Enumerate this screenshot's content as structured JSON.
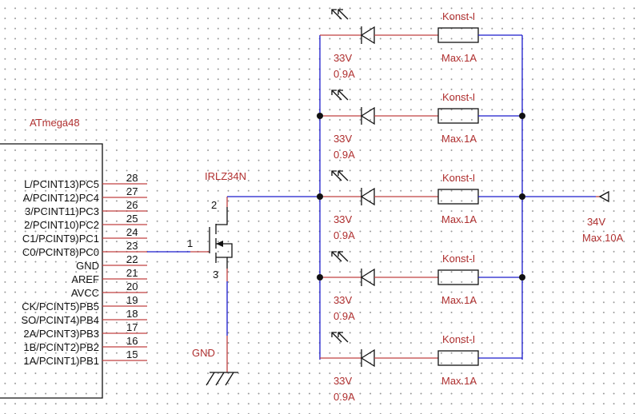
{
  "mcu": {
    "name": "ATmega48",
    "pins": [
      {
        "label": "L/PCINT13)PC5",
        "num": "28"
      },
      {
        "label": "A/PCINT12)PC4",
        "num": "27"
      },
      {
        "label": "3/PCINT11)PC3",
        "num": "26"
      },
      {
        "label": "2/PCINT10)PC2",
        "num": "25"
      },
      {
        "label": "C1/PCINT9)PC1",
        "num": "24"
      },
      {
        "label": "C0/PCINT8)PC0",
        "num": "23"
      },
      {
        "label": "GND",
        "num": "22"
      },
      {
        "label": "AREF",
        "num": "21"
      },
      {
        "label": "AVCC",
        "num": "20"
      },
      {
        "label": "CK/PCINT5)PB5",
        "num": "19"
      },
      {
        "label": "SO/PCINT4)PB4",
        "num": "18"
      },
      {
        "label": "2A/PCINT3)PB3",
        "num": "17"
      },
      {
        "label": "1B/PCINT2)PB2",
        "num": "16"
      },
      {
        "label": "1A/PCINT1)PB1",
        "num": "15"
      }
    ]
  },
  "mosfet": {
    "name": "IRLZ34N",
    "gate_pin": "1",
    "drain_pin": "2",
    "source_pin": "3"
  },
  "ground": {
    "label": "GND"
  },
  "supply": {
    "voltage": "34V",
    "current": "Max 10A"
  },
  "rows": [
    {
      "led_voltage": "33V",
      "led_current": "0.9A",
      "source_name": "Konst-I",
      "source_max": "Max.1A"
    },
    {
      "led_voltage": "33V",
      "led_current": "0.9A",
      "source_name": "Konst-I",
      "source_max": "Max.1A"
    },
    {
      "led_voltage": "33V",
      "led_current": "0.9A",
      "source_name": "Konst-I",
      "source_max": "Max.1A"
    },
    {
      "led_voltage": "33V",
      "led_current": "0.9A",
      "source_name": "Konst-I",
      "source_max": "Max.1A"
    },
    {
      "led_voltage": "33V",
      "led_current": "0.9A",
      "source_name": "Konst-I",
      "source_max": "Max.1A"
    }
  ],
  "colors": {
    "wire": "#1a1acc",
    "component": "#c04040",
    "text": "#b03030",
    "body": "#111111"
  }
}
